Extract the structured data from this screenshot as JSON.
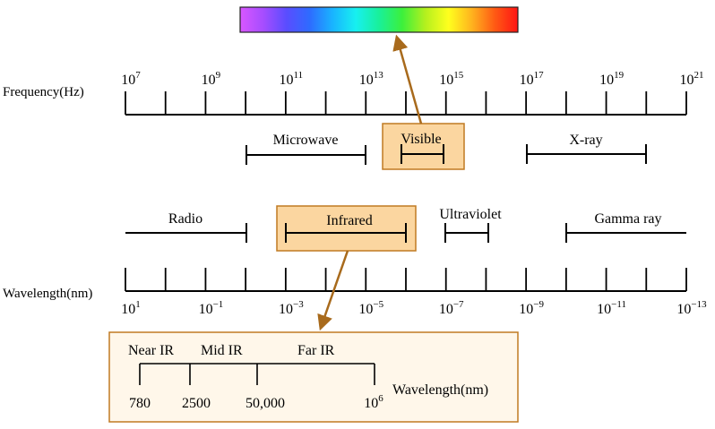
{
  "spectrum_bar": {
    "colors": [
      "#d957ff",
      "#a64dff",
      "#5a4dff",
      "#2e6bff",
      "#19b4ff",
      "#17f0f0",
      "#19f09a",
      "#3cf03c",
      "#b4f01e",
      "#ffff1e",
      "#ffb41e",
      "#ff5a14",
      "#ff1414"
    ]
  },
  "frequency_axis": {
    "label": "Frequency(Hz)",
    "ticks": [
      {
        "base": "10",
        "exp": "7"
      },
      {
        "base": "10",
        "exp": "9"
      },
      {
        "base": "10",
        "exp": "11"
      },
      {
        "base": "10",
        "exp": "13"
      },
      {
        "base": "10",
        "exp": "15"
      },
      {
        "base": "10",
        "exp": "17"
      },
      {
        "base": "10",
        "exp": "19"
      },
      {
        "base": "10",
        "exp": "21"
      }
    ]
  },
  "wavelength_axis": {
    "label": "Wavelength(nm)",
    "ticks": [
      {
        "base": "10",
        "exp": "1"
      },
      {
        "base": "10",
        "exp": "−1"
      },
      {
        "base": "10",
        "exp": "−3"
      },
      {
        "base": "10",
        "exp": "−5"
      },
      {
        "base": "10",
        "exp": "−7"
      },
      {
        "base": "10",
        "exp": "−9"
      },
      {
        "base": "10",
        "exp": "−11"
      },
      {
        "base": "10",
        "exp": "−13"
      }
    ]
  },
  "bands": {
    "microwave": "Microwave",
    "visible": "Visible",
    "xray": "X-ray",
    "radio": "Radio",
    "infrared": "Infrared",
    "ultraviolet": "Ultraviolet",
    "gamma": "Gamma ray"
  },
  "ir_detail": {
    "near": "Near IR",
    "mid": "Mid IR",
    "far": "Far IR",
    "values": [
      "780",
      "2500",
      "50,000"
    ],
    "end": {
      "base": "10",
      "exp": "6"
    },
    "unit": "Wavelength(nm)"
  },
  "colors": {
    "highlight_fill": "#fbd6a0",
    "highlight_stroke": "#c07a22",
    "detail_fill": "#fff7ea",
    "arrow": "#a86a1c"
  }
}
